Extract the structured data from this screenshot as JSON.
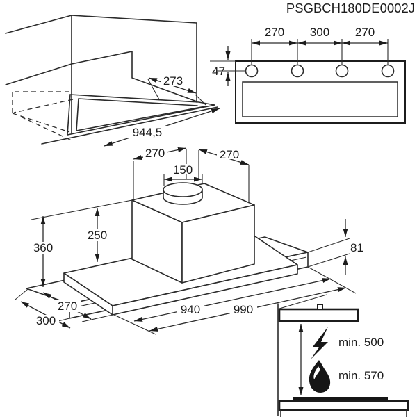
{
  "title": "PSGBCH180DE0002J",
  "cabinet_view": {
    "opening_depth": "273",
    "opening_width": "944,5"
  },
  "top_view": {
    "hole_span_left": "270",
    "hole_span_center": "300",
    "hole_span_right": "270",
    "hole_offset": "47"
  },
  "hood_view": {
    "duct_offset_left": "270",
    "duct_offset_right": "270",
    "duct_diameter": "150",
    "chimney_height": "250",
    "total_height": "360",
    "body_height": "81",
    "inner_width": "940",
    "outer_width": "990",
    "pullout_depth": "270",
    "body_depth": "300"
  },
  "clearance_view": {
    "electric_clearance": "min. 500",
    "gas_clearance": "min. 570"
  }
}
